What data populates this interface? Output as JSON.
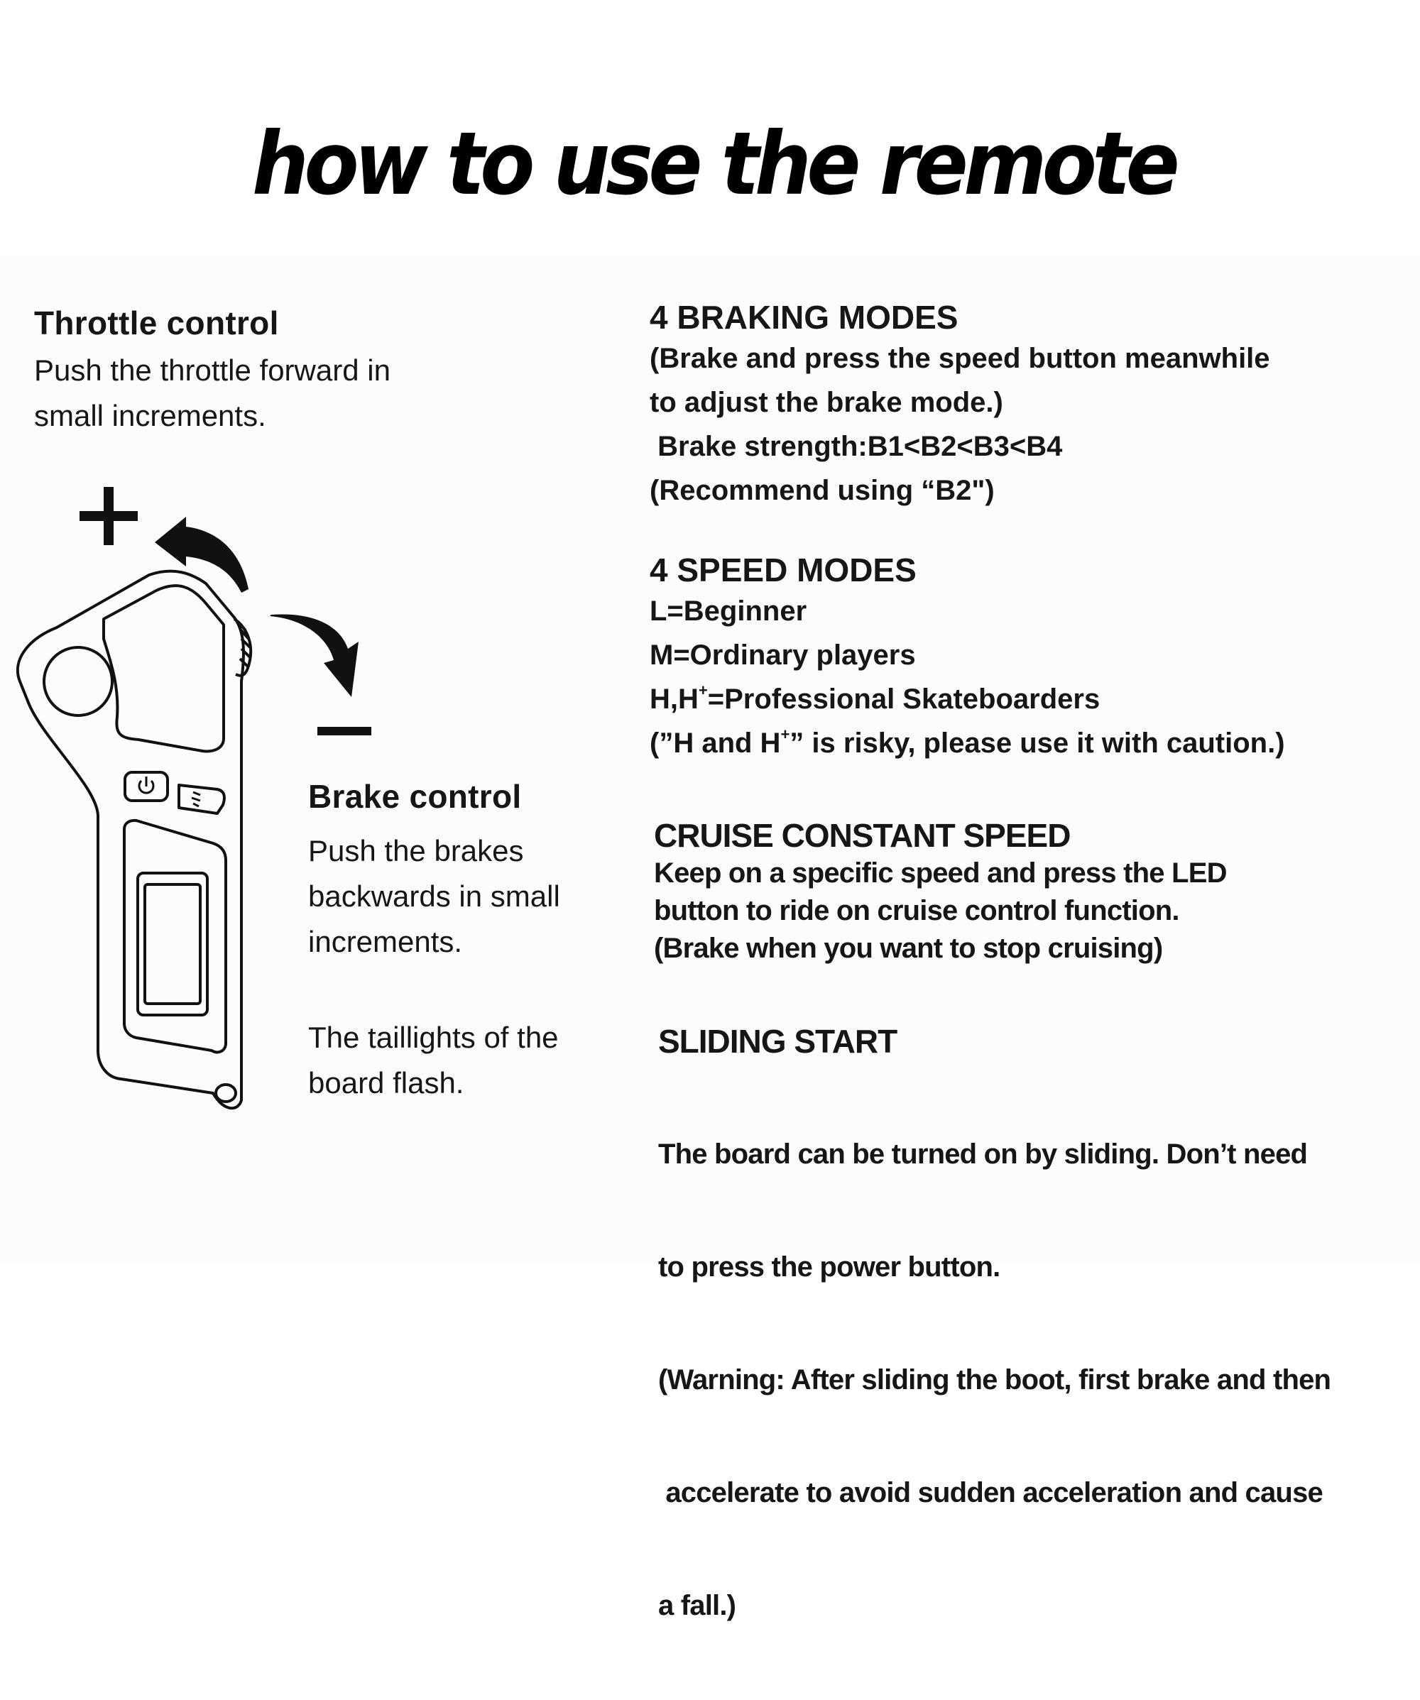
{
  "title": "how to use the remote",
  "throttle": {
    "heading": "Throttle control",
    "lines": [
      "Push the throttle forward in",
      "small increments."
    ]
  },
  "brake": {
    "heading": "Brake control",
    "lines": [
      "Push the brakes",
      "backwards in small",
      "increments."
    ]
  },
  "taillight": {
    "lines": [
      "The taillights of the",
      "board flash."
    ]
  },
  "diagram": {
    "plus_symbol": "+",
    "minus_symbol": "—",
    "icons": [
      "power-icon",
      "light-icon",
      "curved-arrow-up-icon",
      "curved-arrow-down-icon"
    ]
  },
  "braking_modes": {
    "heading": "4 BRAKING MODES",
    "lines": [
      "(Brake and press the speed button meanwhile",
      "to adjust the brake mode.)",
      " Brake strength:B1<B2<B3<B4",
      "(Recommend using “B2\")"
    ]
  },
  "speed_modes": {
    "heading": "4 SPEED MODES",
    "line1": "L=Beginner",
    "line2": "M=Ordinary players",
    "line3_a": "H,H",
    "line3_sup": "+",
    "line3_b": "=Professional Skateboarders",
    "line4_a": "(”H and H",
    "line4_sup": "+",
    "line4_b": "” is risky, please use it with caution.)"
  },
  "cruise": {
    "heading": "CRUISE CONSTANT SPEED",
    "lines": [
      "Keep on a specific speed and press the LED",
      "button to ride on cruise control function.",
      "(Brake when you want to stop cruising)"
    ]
  },
  "sliding": {
    "heading": "SLIDING START",
    "lines": [
      "The board can be turned on by sliding. Don’t need",
      "to press the power button.",
      "(Warning: After sliding the boot, first brake and then",
      " accelerate to avoid sudden acceleration and cause",
      "a fall.)"
    ]
  }
}
